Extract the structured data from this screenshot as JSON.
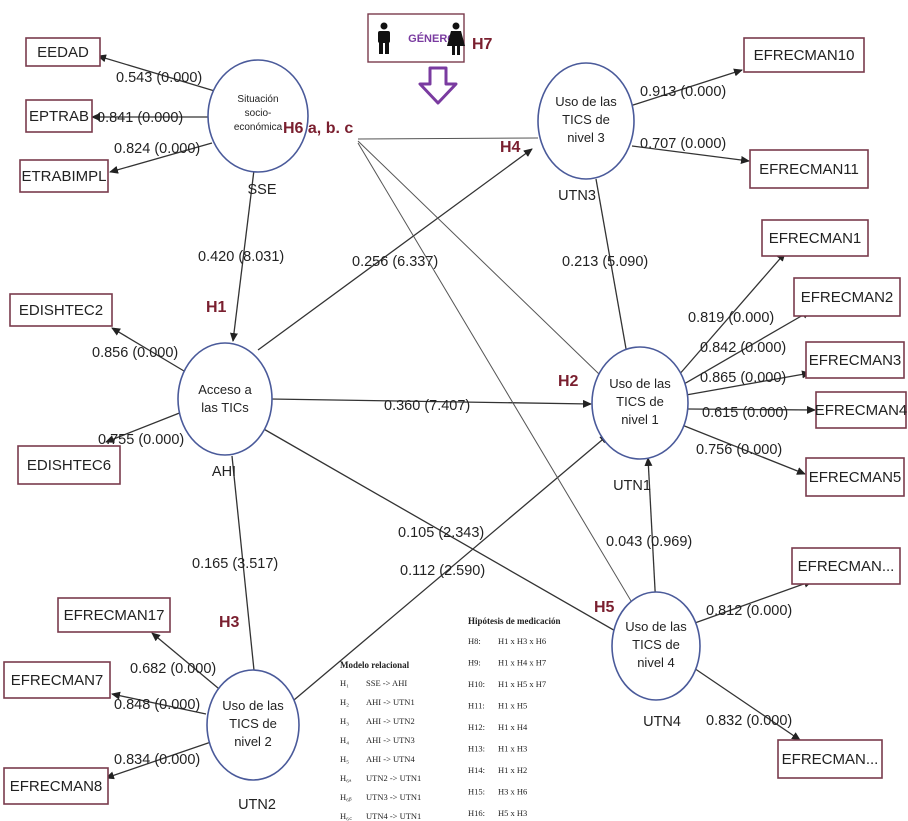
{
  "indicators": {
    "eedad": "EEDAD",
    "eptrab": "EPTRAB",
    "etrabimpl": "ETRABIMPL",
    "edishtec2": "EDISHTEC2",
    "edishtec6": "EDISHTEC6",
    "efrecman17": "EFRECMAN17",
    "efrecman7": "EFRECMAN7",
    "efrecman8": "EFRECMAN8",
    "efrecman10": "EFRECMAN10",
    "efrecman11": "EFRECMAN11",
    "efrecman1": "EFRECMAN1",
    "efrecman2": "EFRECMAN2",
    "efrecman3": "EFRECMAN3",
    "efrecman4": "EFRECMAN4",
    "efrecman5": "EFRECMAN5",
    "efrecman_a": "EFRECMAN...",
    "efrecman_b": "EFRECMAN..."
  },
  "constructs": {
    "sse": {
      "lines": [
        "Situación",
        "socio-",
        "económica"
      ],
      "label": "SSE"
    },
    "ahi": {
      "lines": [
        "Acceso a",
        "las TICs"
      ],
      "label": "AHI"
    },
    "utn3": {
      "lines": [
        "Uso de las",
        "TICS de",
        "nivel 3"
      ],
      "label": "UTN3"
    },
    "utn1": {
      "lines": [
        "Uso de las",
        "TICS de",
        "nivel 1"
      ],
      "label": "UTN1"
    },
    "utn2": {
      "lines": [
        "Uso de las",
        "TICS de",
        "nivel 2"
      ],
      "label": "UTN2"
    },
    "utn4": {
      "lines": [
        "Uso de las",
        "TICS de",
        "nivel 4"
      ],
      "label": "UTN4"
    }
  },
  "loadings": {
    "eedad": "0.543 (0.000)",
    "eptrab": "0.841 (0.000)",
    "etrabimpl": "0.824 (0.000)",
    "edishtec2": "0.856 (0.000)",
    "edishtec6": "0.755 (0.000)",
    "efrecman17": "0.682 (0.000)",
    "efrecman7": "0.848 (0.000)",
    "efrecman8": "0.834 (0.000)",
    "efrecman10": "0.913 (0.000)",
    "efrecman11": "0.707 (0.000)",
    "efrecman1": "0.819 (0.000)",
    "efrecman2": "0.842 (0.000)",
    "efrecman3": "0.865 (0.000)",
    "efrecman4": "0.615 (0.000)",
    "efrecman5": "0.756 (0.000)",
    "efrecman_a": "0.812 (0.000)",
    "efrecman_b": "0.832 (0.000)"
  },
  "paths": {
    "sse_ahi": "0.420 (8.031)",
    "ahi_utn3": "0.256 (6.337)",
    "utn3_utn1": "0.213 (5.090)",
    "ahi_utn1": "0.360 (7.407)",
    "ahi_utn2": "0.165 (3.517)",
    "ahi_utn4": "0.105 (2.343)",
    "utn2_utn1": "0.112 (2.590)",
    "utn4_utn1": "0.043 (0.969)"
  },
  "hypotheses": {
    "h1": "H1",
    "h2": "H2",
    "h3": "H3",
    "h4": "H4",
    "h5": "H5",
    "h6": "H6 a, b. c",
    "h7": "H7"
  },
  "gender": {
    "label": "GÉNERO",
    "male_icon": "male-figure-icon",
    "female_icon": "female-figure-icon"
  },
  "relational_model": {
    "title": "Modelo relacional",
    "rows": [
      {
        "h": "H₁",
        "rel": "SSE -> AHI"
      },
      {
        "h": "H₂",
        "rel": "AHI -> UTN1"
      },
      {
        "h": "H₃",
        "rel": "AHI -> UTN2"
      },
      {
        "h": "H₄",
        "rel": "AHI -> UTN3"
      },
      {
        "h": "H₅",
        "rel": "AHI -> UTN4"
      },
      {
        "h": "H₆ₐ",
        "rel": "UTN2 -> UTN1"
      },
      {
        "h": "H₆ᵦ",
        "rel": "UTN3 -> UTN1"
      },
      {
        "h": "H₆꜀",
        "rel": "UTN4 -> UTN1"
      }
    ]
  },
  "mediation": {
    "title": "Hipótesis de medicación",
    "rows": [
      {
        "h": "H8:",
        "rel": "H1 x H3 x H6"
      },
      {
        "h": "H9:",
        "rel": "H1 x H4 x H7"
      },
      {
        "h": "H10:",
        "rel": "H1 x H5 x H7"
      },
      {
        "h": "H11:",
        "rel": "H1 x H5"
      },
      {
        "h": "H12:",
        "rel": "H1 x H4"
      },
      {
        "h": "H13:",
        "rel": "H1 x H3"
      },
      {
        "h": "H14:",
        "rel": "H1 x H2"
      },
      {
        "h": "H15:",
        "rel": "H3 x H6"
      },
      {
        "h": "H16:",
        "rel": "H5 x H3"
      }
    ]
  },
  "colors": {
    "accent": "#7a1f2f",
    "gender_arrow": "#7a3ba0",
    "ellipse_stroke": "#4a5a9a"
  }
}
